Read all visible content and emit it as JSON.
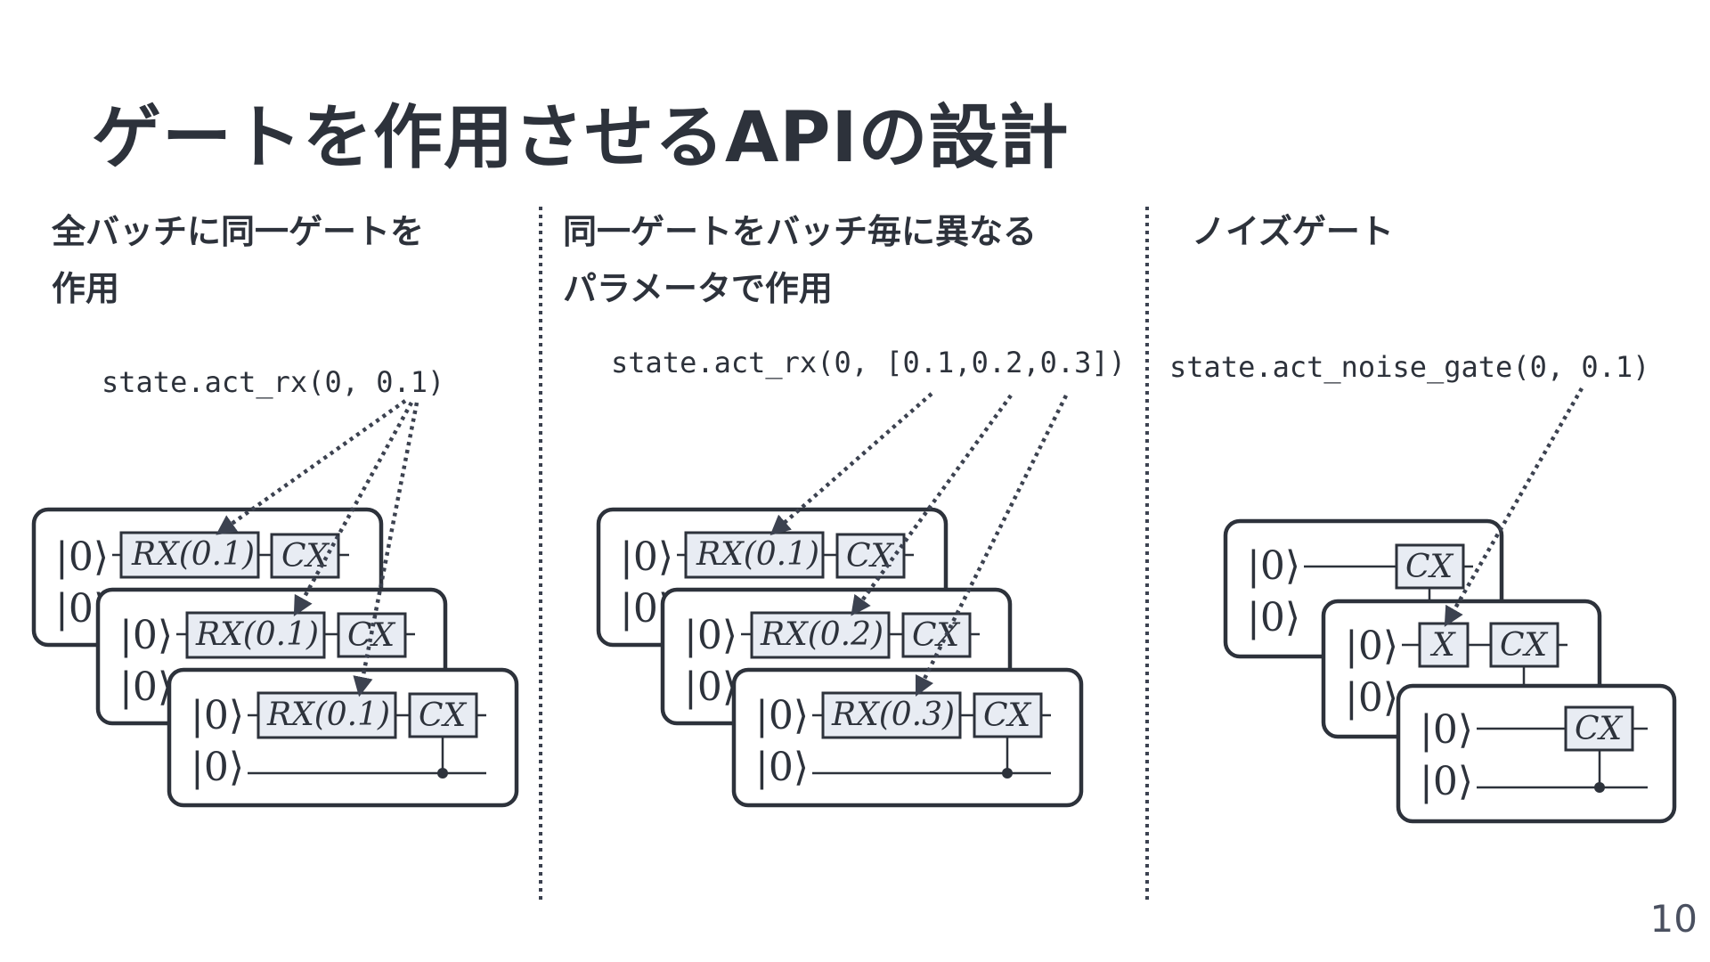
{
  "slide": {
    "title": "ゲートを作用させるAPIの設計",
    "page_number": "10"
  },
  "columns": [
    {
      "heading_line1": "全バッチに同一ゲートを",
      "heading_line2": "作用",
      "code": "state.act_rx(0, 0.1)",
      "batches": [
        {
          "q0": "|0⟩",
          "q1": "|0⟩",
          "gate1": "RX(0.1)",
          "gate2": "CX"
        },
        {
          "q0": "|0⟩",
          "q1": "|0⟩",
          "gate1": "RX(0.1)",
          "gate2": "CX"
        },
        {
          "q0": "|0⟩",
          "q1": "|0⟩",
          "gate1": "RX(0.1)",
          "gate2": "CX"
        }
      ]
    },
    {
      "heading_line1": "同一ゲートをバッチ毎に異なる",
      "heading_line2": "パラメータで作用",
      "code": "state.act_rx(0, [0.1,0.2,0.3])",
      "batches": [
        {
          "q0": "|0⟩",
          "q1": "|0⟩",
          "gate1": "RX(0.1)",
          "gate2": "CX"
        },
        {
          "q0": "|0⟩",
          "q1": "|0⟩",
          "gate1": "RX(0.2)",
          "gate2": "CX"
        },
        {
          "q0": "|0⟩",
          "q1": "|0⟩",
          "gate1": "RX(0.3)",
          "gate2": "CX"
        }
      ]
    },
    {
      "heading_line1": "ノイズゲート",
      "heading_line2": "",
      "code": "state.act_noise_gate(0, 0.1)",
      "batches": [
        {
          "q0": "|0⟩",
          "q1": "|0⟩",
          "gate1": "",
          "gate2": "CX"
        },
        {
          "q0": "|0⟩",
          "q1": "|0⟩",
          "gate1": "X",
          "gate2": "CX"
        },
        {
          "q0": "|0⟩",
          "q1": "|0⟩",
          "gate1": "",
          "gate2": "CX"
        }
      ]
    }
  ],
  "colors": {
    "text": "#2d323b",
    "gate_fill": "#e8ecf3",
    "divider": "#3c4250"
  }
}
